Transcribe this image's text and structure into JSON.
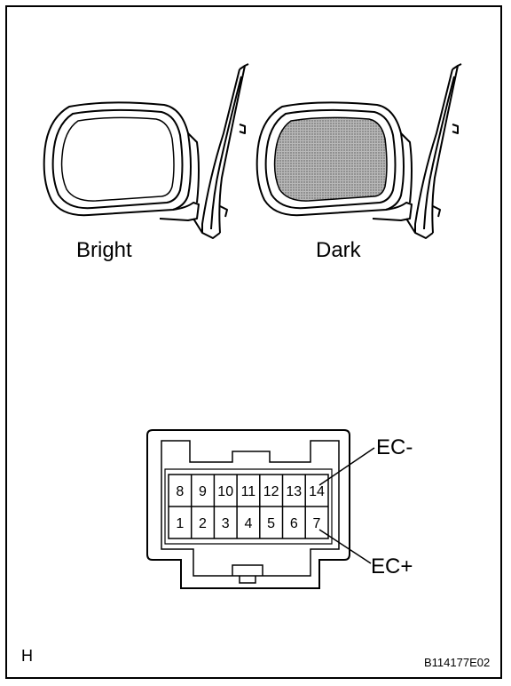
{
  "mirrors": {
    "bright_label": "Bright",
    "dark_label": "Dark"
  },
  "connector": {
    "pins_top": [
      "8",
      "9",
      "10",
      "11",
      "12",
      "13",
      "14"
    ],
    "pins_bottom": [
      "1",
      "2",
      "3",
      "4",
      "5",
      "6",
      "7"
    ],
    "ec_minus_label": "EC-",
    "ec_plus_label": "EC+"
  },
  "footer": {
    "corner_letter": "H",
    "figure_code": "B114177E02"
  },
  "colors": {
    "line": "#000000",
    "dark_glass": "#9a9a9a"
  }
}
